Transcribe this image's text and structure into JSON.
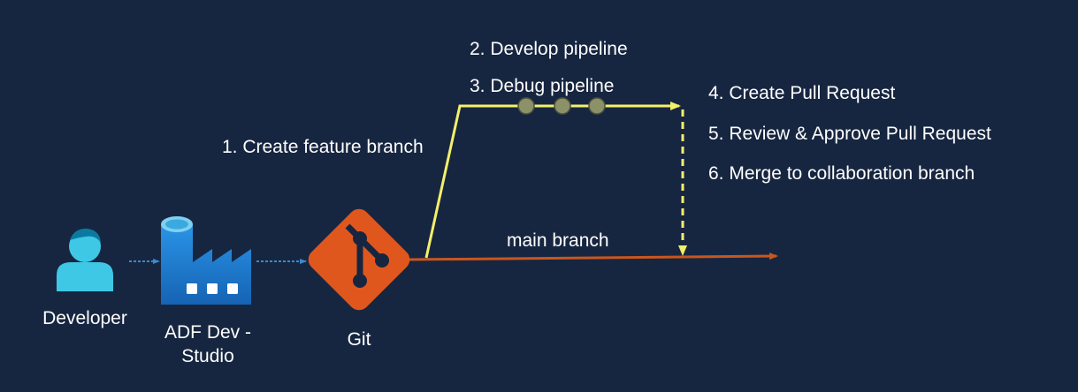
{
  "nodes": {
    "developer": {
      "label": "Developer",
      "icon": "person-icon"
    },
    "adf": {
      "label_line1": "ADF Dev -",
      "label_line2": "Studio",
      "icon": "data-factory-icon"
    },
    "git": {
      "label": "Git",
      "icon": "git-logo-icon"
    }
  },
  "branches": {
    "main_label": "main branch",
    "feature_label": "1. Create feature branch"
  },
  "steps": {
    "develop": "2. Develop pipeline",
    "debug": "3. Debug pipeline",
    "pull_request": "4. Create Pull Request",
    "review": "5. Review & Approve Pull Request",
    "merge": "6. Merge to collaboration branch"
  },
  "colors": {
    "background": "#172640",
    "main_branch": "#c9561e",
    "feature_branch": "#f3f06a",
    "person": "#3ec8e6",
    "adf_blue": "#1f7fd0",
    "git_orange": "#e0571e",
    "connector": "#3a89d0",
    "commit_node": "#8d9168"
  }
}
